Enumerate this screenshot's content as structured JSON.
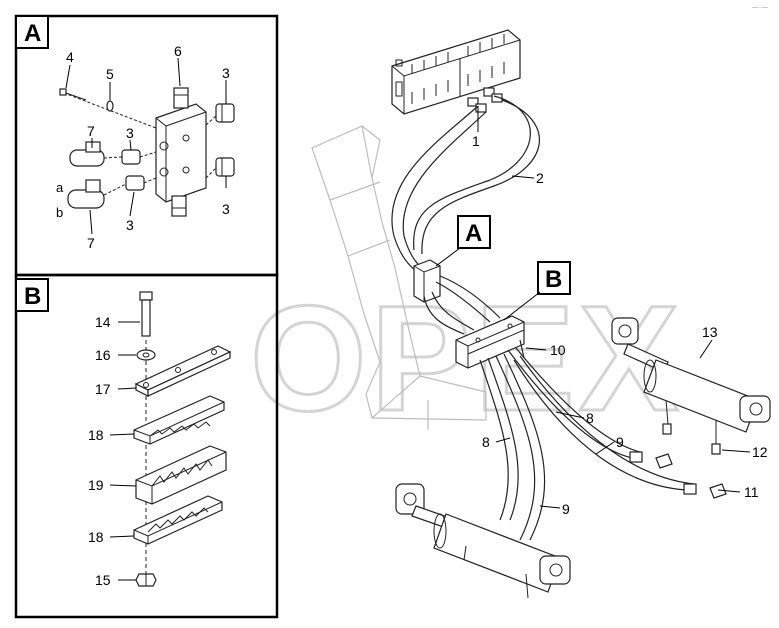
{
  "watermark": "OPEX",
  "corner_mark": "— —",
  "detail_a": {
    "label": "A",
    "callouts": {
      "c3a": "3",
      "c3b": "3",
      "c3c": "3",
      "c3d": "3",
      "c4": "4",
      "c5": "5",
      "c6": "6",
      "c7a": "7",
      "c7b": "7"
    },
    "ports": {
      "a": "a",
      "b": "b"
    }
  },
  "detail_b": {
    "label": "B",
    "callouts": {
      "c14": "14",
      "c15": "15",
      "c16": "16",
      "c17": "17",
      "c18a": "18",
      "c18b": "18",
      "c19": "19"
    }
  },
  "main": {
    "flag_a": "A",
    "flag_b": "B",
    "callouts": {
      "c1": "1",
      "c2": "2",
      "c8a": "8",
      "c8b": "8",
      "c9a": "9",
      "c9b": "9",
      "c10": "10",
      "c11": "11",
      "c12": "12",
      "c13": "13"
    }
  }
}
